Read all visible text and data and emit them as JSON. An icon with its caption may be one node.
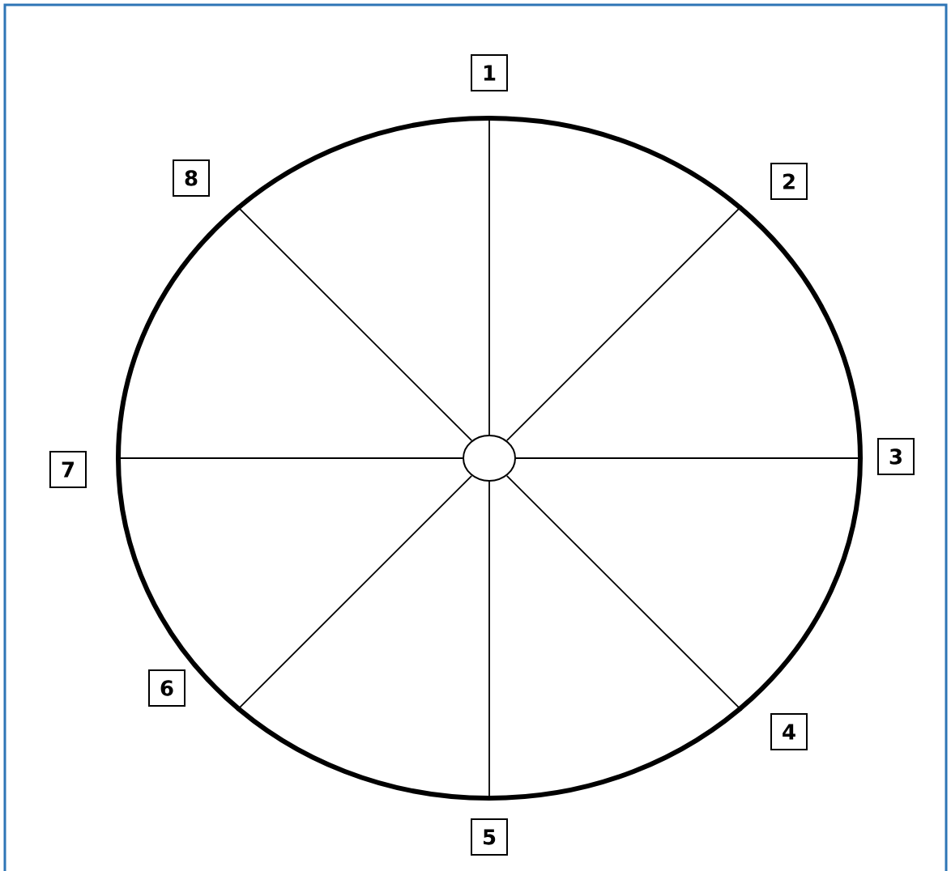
{
  "diagram": {
    "nodes": [
      {
        "text": [],
        "shape": "circle"
      },
      {
        "text": [],
        "shape": "circle",
        "in": 0
      },
      {
        "text": [
          "1"
        ]
      },
      {
        "text": [
          "2"
        ]
      },
      {
        "text": [
          "3"
        ]
      },
      {
        "text": [
          "4"
        ]
      },
      {
        "text": [
          "5"
        ]
      },
      {
        "text": [
          "6"
        ]
      },
      {
        "text": [
          "7"
        ]
      },
      {
        "text": [
          "8"
        ]
      }
    ],
    "edges": [
      {
        "from": 1,
        "to": 0,
        "arrow": "none"
      },
      {
        "from": 1,
        "to": 0,
        "arrow": "none"
      },
      {
        "from": 1,
        "to": 0,
        "arrow": "none"
      },
      {
        "from": 1,
        "to": 0,
        "arrow": "none"
      },
      {
        "from": 1,
        "to": 0,
        "arrow": "none"
      },
      {
        "from": 1,
        "to": 0,
        "arrow": "none"
      },
      {
        "from": 1,
        "to": 0,
        "arrow": "none"
      },
      {
        "from": 1,
        "to": 0,
        "arrow": "none"
      }
    ]
  }
}
